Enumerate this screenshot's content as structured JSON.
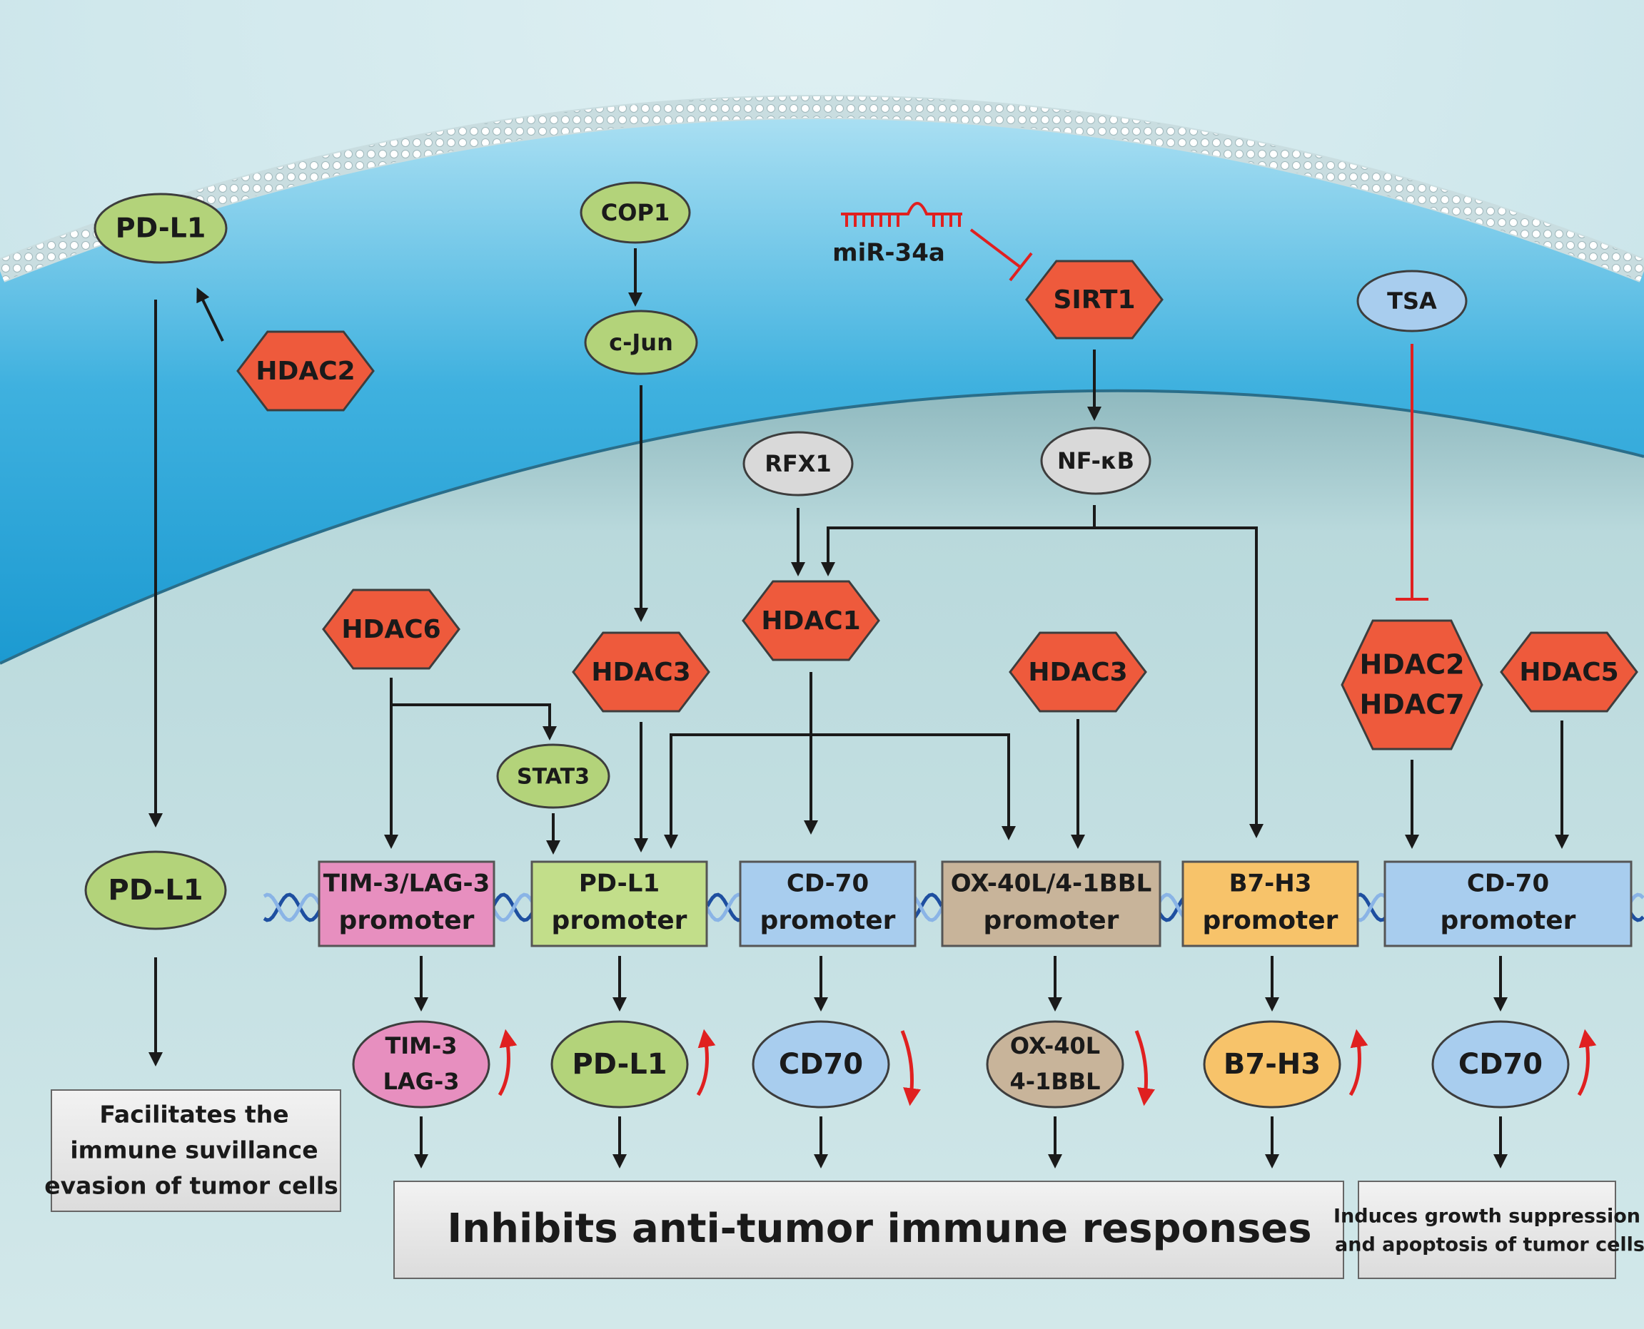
{
  "membrane_proteins": {
    "pdl1_top": "PD-L1",
    "cop1": "COP1",
    "cjun": "c-Jun",
    "mir34a": "miR-34a",
    "sirt1": "SIRT1",
    "tsa": "TSA",
    "hdac2_top": "HDAC2",
    "rfx1": "RFX1",
    "nfkb": "NF-κB"
  },
  "hdacs": {
    "hdac6": "HDAC6",
    "hdac3_a": "HDAC3",
    "hdac1": "HDAC1",
    "hdac3_b": "HDAC3",
    "hdac2_7_line1": "HDAC2",
    "hdac2_7_line2": "HDAC7",
    "hdac5": "HDAC5",
    "stat3": "STAT3"
  },
  "pdl1_mid": "PD-L1",
  "promoters": [
    {
      "line1": "TIM-3/LAG-3",
      "line2": "promoter"
    },
    {
      "line1": "PD-L1",
      "line2": "promoter"
    },
    {
      "line1": "CD-70",
      "line2": "promoter"
    },
    {
      "line1": "OX-40L/4-1BBL",
      "line2": "promoter"
    },
    {
      "line1": "B7-H3",
      "line2": "promoter"
    },
    {
      "line1": "CD-70",
      "line2": "promoter"
    }
  ],
  "products": [
    {
      "line1": "TIM-3",
      "line2": "LAG-3"
    },
    {
      "line1": "PD-L1",
      "line2": ""
    },
    {
      "line1": "CD70",
      "line2": ""
    },
    {
      "line1": "OX-40L",
      "line2": "4-1BBL"
    },
    {
      "line1": "B7-H3",
      "line2": ""
    },
    {
      "line1": "CD70",
      "line2": ""
    }
  ],
  "outcomes": {
    "left": [
      "Facilitates the",
      "immune suvillance",
      "evasion of tumor cells"
    ],
    "center": "Inhibits anti-tumor immune responses",
    "right": [
      "Induces growth suppression",
      "and  apoptosis of tumor cells"
    ]
  },
  "colors": {
    "hdac": "#ee5a3c",
    "green": "#b3d37a",
    "blue_light": "#a8cdee",
    "grey": "#d9d9d9",
    "pink": "#e78fbf",
    "tan": "#c8b49a",
    "orange": "#f7c36a",
    "inhibit": "#e02020"
  }
}
